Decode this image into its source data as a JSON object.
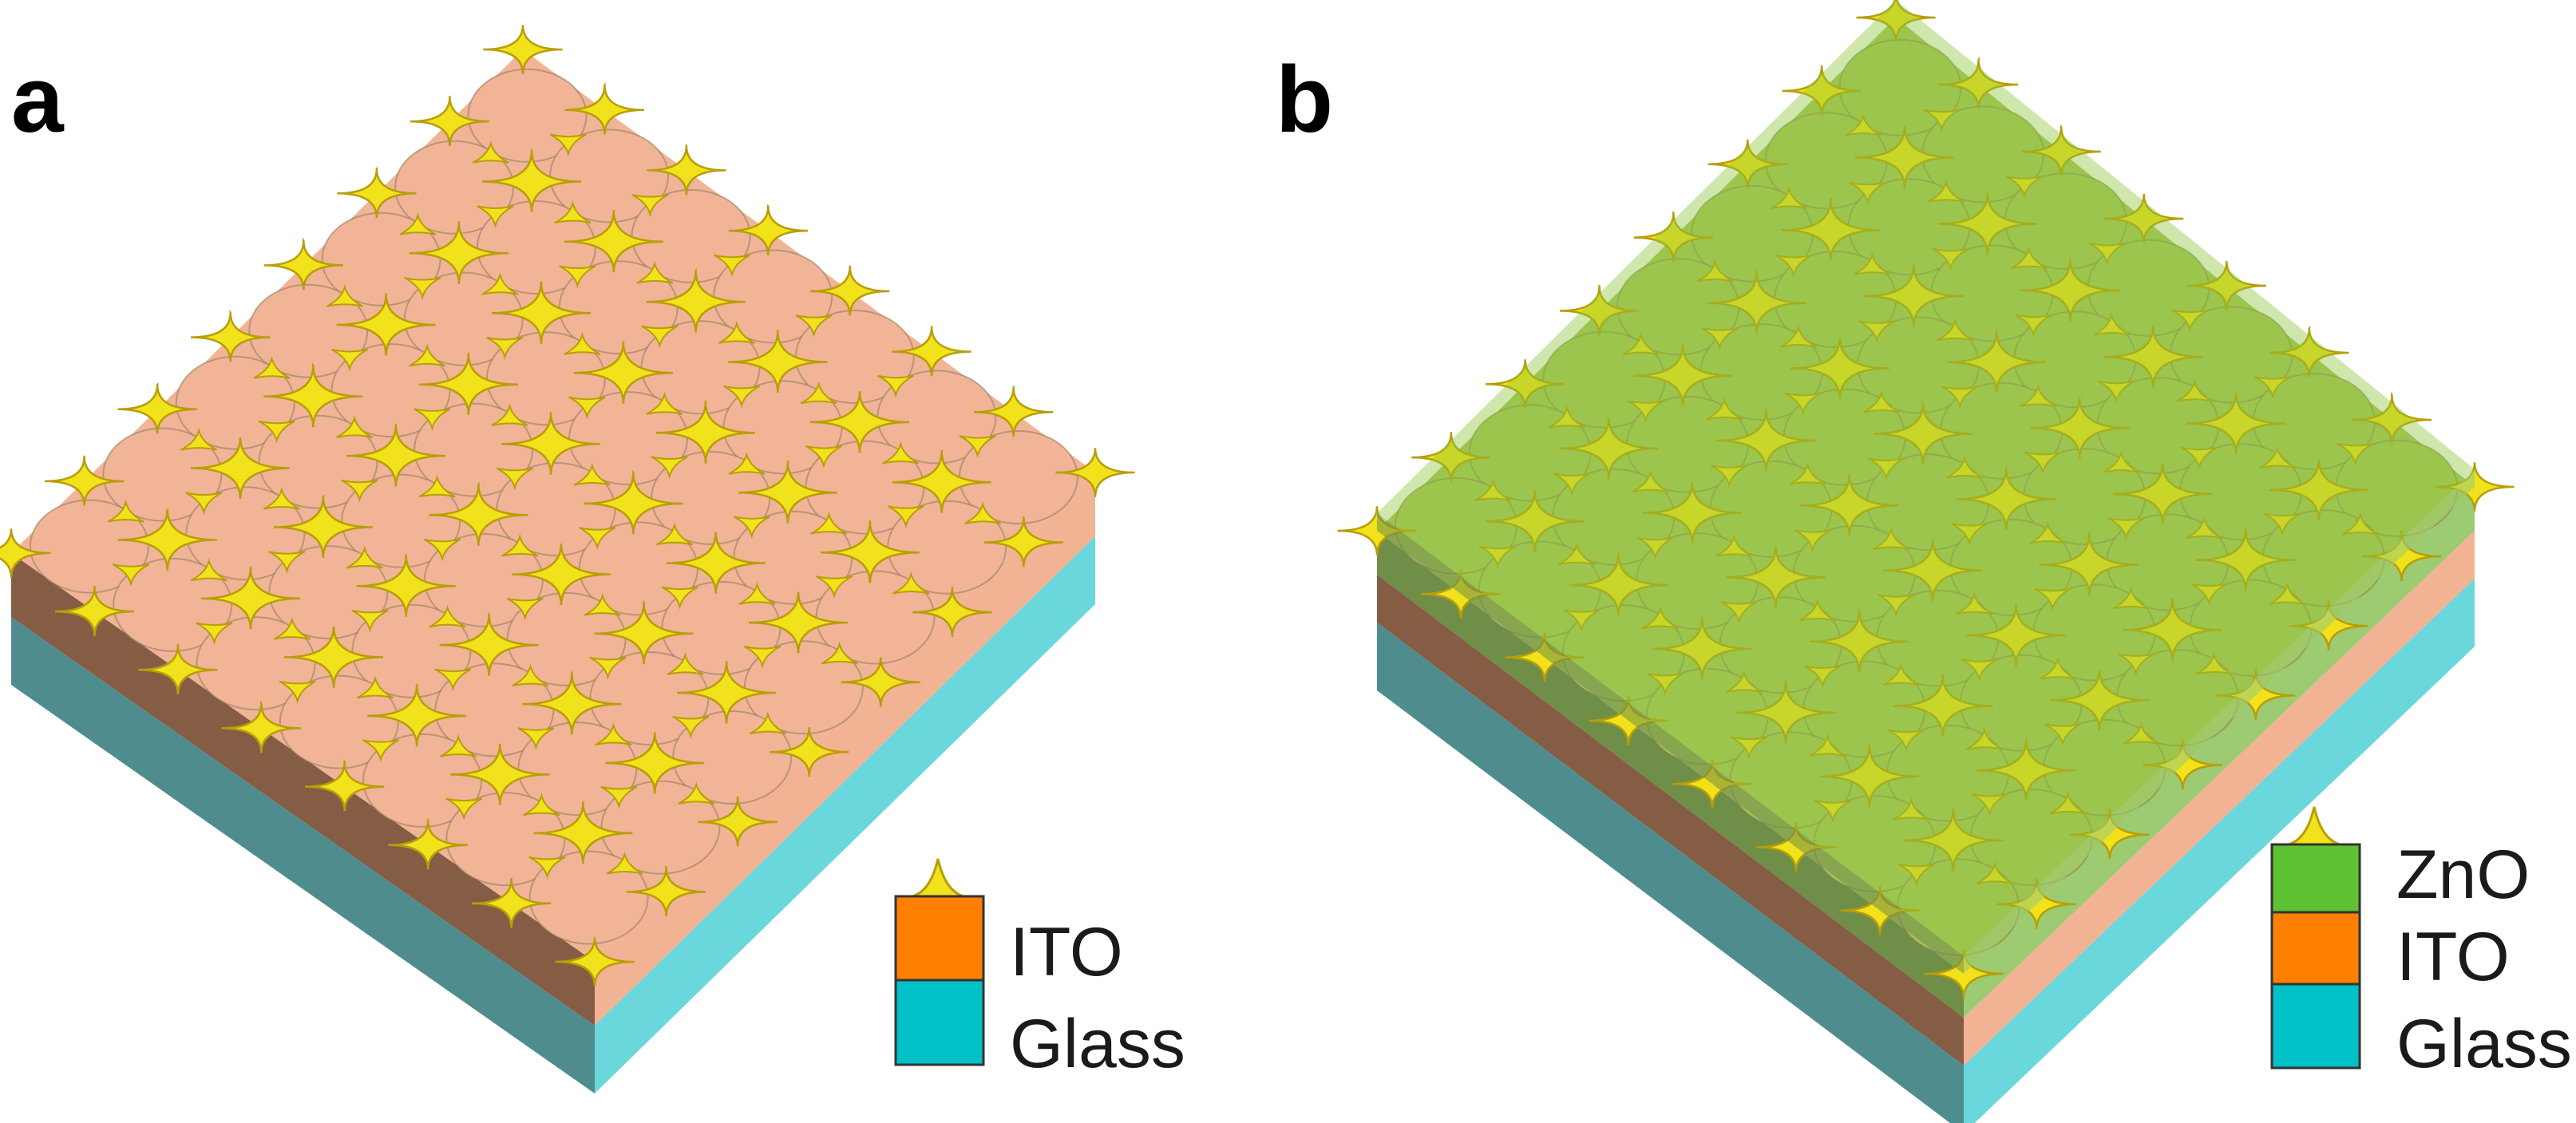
{
  "panels": [
    {
      "label": "a",
      "layers_bottom_to_top": [
        "Glass",
        "ITO"
      ],
      "legend": [
        {
          "name": "ITO",
          "color": "#ff8000"
        },
        {
          "name": "Glass",
          "color": "#00c0c8"
        }
      ]
    },
    {
      "label": "b",
      "layers_bottom_to_top": [
        "Glass",
        "ITO",
        "ZnO"
      ],
      "legend": [
        {
          "name": "ZnO",
          "color": "#5ec232"
        },
        {
          "name": "ITO",
          "color": "#ff8000"
        },
        {
          "name": "Glass",
          "color": "#00c0c8"
        }
      ]
    }
  ],
  "colors": {
    "glass_top": "#6edada",
    "glass_left": "#4f8c8e",
    "glass_right": "#6ad7dc",
    "ito_top": "#f1b497",
    "ito_left": "#855d44",
    "ito_right": "#f2b394",
    "zno_top": "#a6c458",
    "zno_left": "#6f8e48",
    "zno_right": "#9ccb72",
    "nanostructure": "#f2e21c",
    "nanostructure_edge": "#b89e08",
    "disc_edge": "#8a7a5a"
  },
  "icons": {
    "nanostructure": "gold-triangular-nanoprism-icon"
  }
}
